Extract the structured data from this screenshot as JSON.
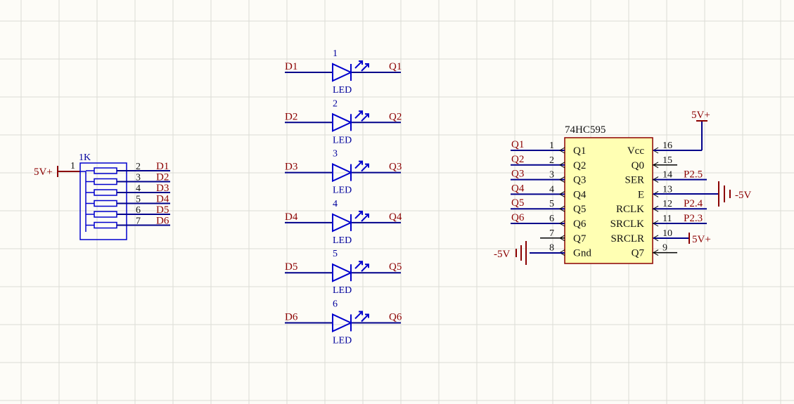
{
  "resistor_pack": {
    "value": "1K",
    "common_pin": "1",
    "supply": "5V+",
    "pins": [
      {
        "num": "2",
        "net": "D1"
      },
      {
        "num": "3",
        "net": "D2"
      },
      {
        "num": "4",
        "net": "D3"
      },
      {
        "num": "5",
        "net": "D4"
      },
      {
        "num": "6",
        "net": "D5"
      },
      {
        "num": "7",
        "net": "D6"
      }
    ]
  },
  "leds": [
    {
      "index": "1",
      "in": "D1",
      "out": "Q1",
      "label": "LED"
    },
    {
      "index": "2",
      "in": "D2",
      "out": "Q2",
      "label": "LED"
    },
    {
      "index": "3",
      "in": "D3",
      "out": "Q3",
      "label": "LED"
    },
    {
      "index": "4",
      "in": "D4",
      "out": "Q4",
      "label": "LED"
    },
    {
      "index": "5",
      "in": "D5",
      "out": "Q5",
      "label": "LED"
    },
    {
      "index": "6",
      "in": "D6",
      "out": "Q6",
      "label": "LED"
    }
  ],
  "chip": {
    "name": "74HC595",
    "left_pins": [
      {
        "num": "1",
        "label": "Q1",
        "net": "Q1"
      },
      {
        "num": "2",
        "label": "Q2",
        "net": "Q2"
      },
      {
        "num": "3",
        "label": "Q3",
        "net": "Q3"
      },
      {
        "num": "4",
        "label": "Q4",
        "net": "Q4"
      },
      {
        "num": "5",
        "label": "Q5",
        "net": "Q5"
      },
      {
        "num": "6",
        "label": "Q6",
        "net": "Q6"
      },
      {
        "num": "7",
        "label": "Q7",
        "net": ""
      },
      {
        "num": "8",
        "label": "Gnd",
        "net": "-5V"
      }
    ],
    "right_pins": [
      {
        "num": "16",
        "label": "Vcc",
        "net": "5V+"
      },
      {
        "num": "15",
        "label": "Q0",
        "net": ""
      },
      {
        "num": "14",
        "label": "SER",
        "net": "P2.5"
      },
      {
        "num": "13",
        "label": "E",
        "net": "-5V"
      },
      {
        "num": "12",
        "label": "RCLK",
        "net": "P2.4"
      },
      {
        "num": "11",
        "label": "SRCLK",
        "net": "P2.3"
      },
      {
        "num": "10",
        "label": "SRCLR",
        "net": "5V+"
      },
      {
        "num": "9",
        "label": "Q7",
        "net": ""
      }
    ]
  },
  "colors": {
    "wire": "#00008b",
    "net_label": "#8b0000",
    "led": "#0000cd",
    "chip_fill": "#ffffb3",
    "chip_border": "#8b0000"
  }
}
